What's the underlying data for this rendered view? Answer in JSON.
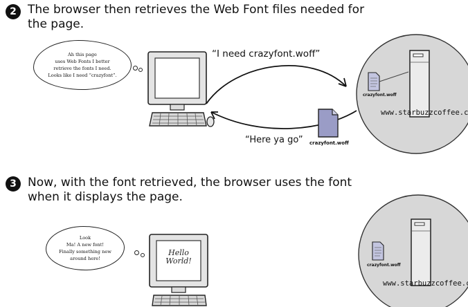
{
  "step2": {
    "number": "2",
    "text_line1": "The browser then retrieves the Web Font files needed for",
    "text_line2": "the page.",
    "thought_lines": [
      "Ah this page",
      "uses Web Fonts I better",
      "retrieve the fonts I need.",
      "Looks like I need “crazyfont”."
    ],
    "request_label": "“I need crazyfont.woff”",
    "response_label": "“Here ya go”",
    "font_file_label": "crazyfont.woff",
    "server_file_label": "crazyfont.woff",
    "server_url": "www.starbuzzcoffee.com"
  },
  "step3": {
    "number": "3",
    "text_line1": "Now, with the font retrieved, the browser uses the font",
    "text_line2": "when it displays the page.",
    "thought_lines": [
      "Look",
      "Ma!  A new font!",
      "Finally  something new",
      "around here!"
    ],
    "screen_line1": "Hello",
    "screen_line2": "World!",
    "server_file_label": "crazyfont.woff",
    "server_url": "www.starbuzzcoffee.com"
  }
}
